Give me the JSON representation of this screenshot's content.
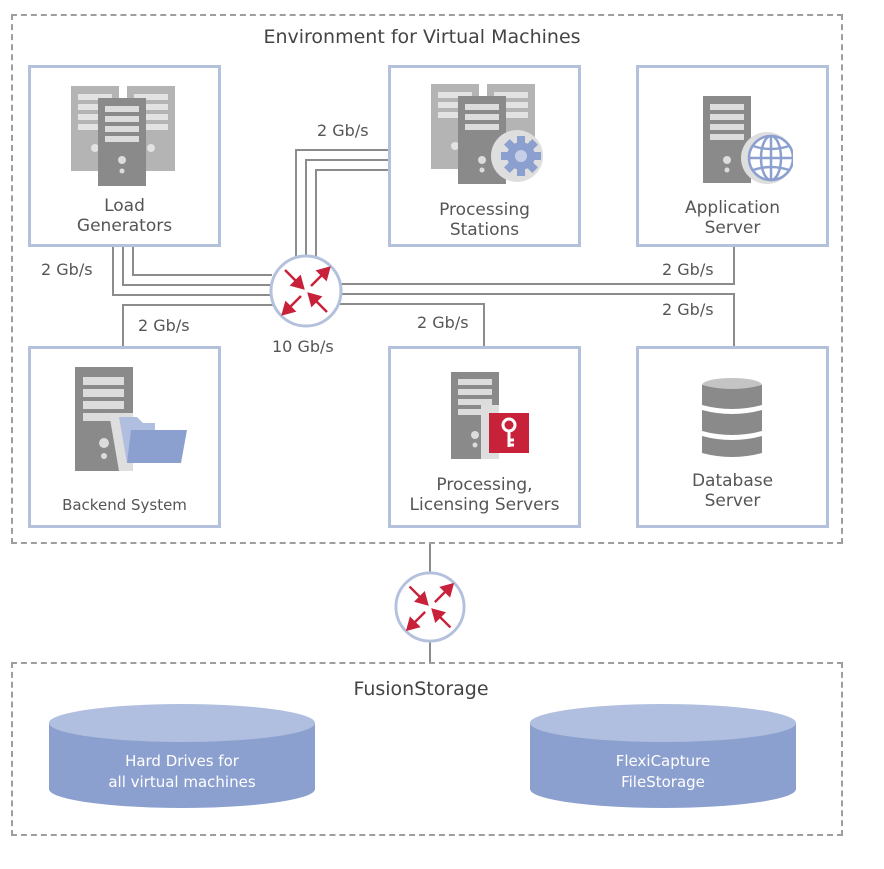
{
  "environment": {
    "title": "Environment for Virtual Machines",
    "nodes": [
      {
        "id": "load-generators",
        "label": "Load\nGenerators",
        "icon": "server-stack-icon"
      },
      {
        "id": "processing-stations",
        "label": "Processing\nStations",
        "icon": "server-gear-icon"
      },
      {
        "id": "application-server",
        "label": "Application\nServer",
        "icon": "server-globe-icon"
      },
      {
        "id": "backend-system",
        "label": "Backend System",
        "icon": "server-folder-icon"
      },
      {
        "id": "processing-licensing-servers",
        "label": "Processing,\nLicensing Servers",
        "icon": "server-key-icon"
      },
      {
        "id": "database-server",
        "label": "Database\nServer",
        "icon": "database-icon"
      }
    ],
    "hub": {
      "label": "10 Gb/s",
      "icon": "network-switch-icon"
    },
    "links": [
      {
        "to": "processing-stations",
        "speed": "2 Gb/s"
      },
      {
        "to": "load-generators",
        "speed": "2 Gb/s"
      },
      {
        "to": "backend-system",
        "speed": "2 Gb/s"
      },
      {
        "to": "application-server",
        "speed": "2 Gb/s"
      },
      {
        "to": "processing-licensing-servers",
        "speed": "2 Gb/s"
      },
      {
        "to": "database-server",
        "speed": "2 Gb/s"
      }
    ]
  },
  "uplink_switch": {
    "icon": "network-switch-icon"
  },
  "storage": {
    "title": "FusionStorage",
    "disks": [
      {
        "label": "Hard Drives for\nall virtual machines"
      },
      {
        "label": "FlexiCapture\nFileStorage"
      }
    ]
  },
  "colors": {
    "node_border": "#b3c1dd",
    "wire": "#8c8c8c",
    "dashed_border": "#9e9e9e",
    "switch_arrows": "#c8213a",
    "disk_top": "#b0bfdf",
    "disk_body": "#8ca0cf",
    "server_dark": "#8a8a8a",
    "server_light": "#b4b4b4",
    "accent_blue": "#8ca0cf"
  }
}
